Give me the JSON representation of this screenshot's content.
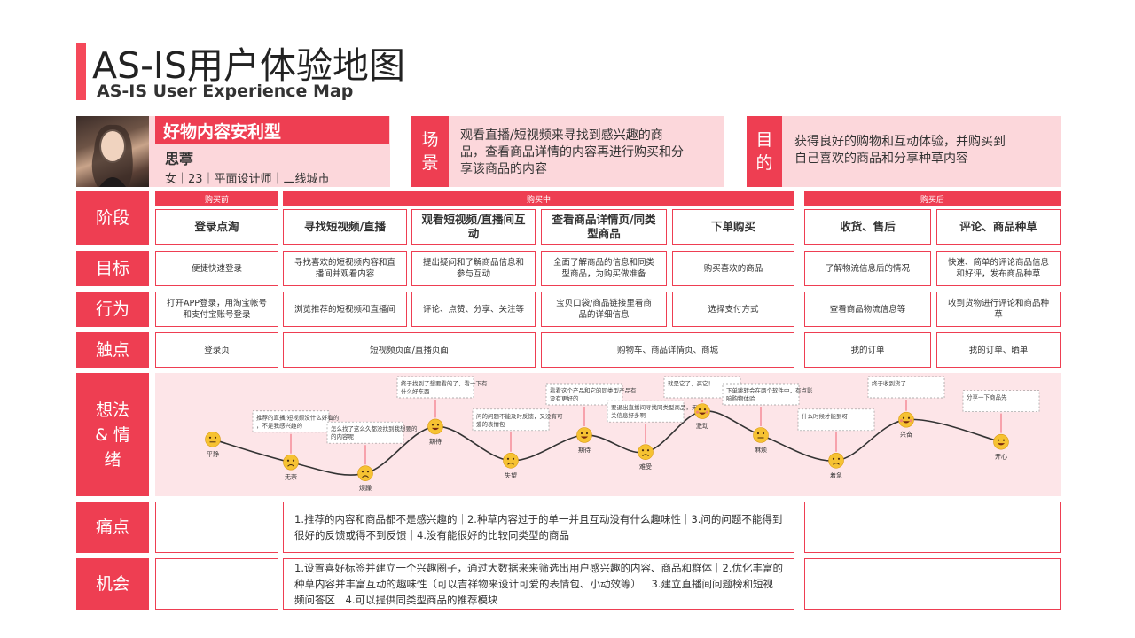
{
  "title": {
    "zh": "AS-IS用户体验地图",
    "en": "AS-IS User Experience Map"
  },
  "persona": {
    "tag": "好物内容安利型",
    "name": "思葶",
    "info": "女｜23｜平面设计师｜二线城市"
  },
  "scene": {
    "label_1": "场",
    "label_2": "景",
    "text": "观看直播/短视频来寻找到感兴趣的商品，查看商品详情的内容再进行购买和分享该商品的内容"
  },
  "goal_card": {
    "label_1": "目",
    "label_2": "的",
    "text": "获得良好的购物和互动体验，并购买到自己喜欢的商品和分享种草内容"
  },
  "row_labels": {
    "stage": "阶段",
    "goal": "目标",
    "action": "行为",
    "touch": "触点",
    "thought": "想法 & 情绪",
    "pain": "痛点",
    "chance": "机会"
  },
  "phases": [
    "购买前",
    "购买中",
    "购买后"
  ],
  "stages": [
    "登录点淘",
    "寻找短视频/直播",
    "观看短视频/直播间互动",
    "查看商品详情页/同类型商品",
    "下单购买",
    "收货、售后",
    "评论、商品种草"
  ],
  "goals": [
    "便捷快速登录",
    "寻找喜欢的短视频内容和直播间并观看内容",
    "提出疑问和了解商品信息和参与互动",
    "全面了解商品的信息和同类型商品，为购买做准备",
    "购买喜欢的商品",
    "了解物流信息后的情况",
    "快速、简单的评论商品信息和好评，发布商品种草"
  ],
  "actions": [
    "打开APP登录，用淘宝帐号和支付宝账号登录",
    "浏览推荐的短视频和直播间",
    "评论、点赞、分享、关注等",
    "宝贝口袋/商品链接里看商品的详细信息",
    "选择支付方式",
    "查看商品物流信息等",
    "收到货物进行评论和商品种草"
  ],
  "touchpoints": [
    "登录页",
    "短视频页面/直播页面",
    "购物车、商品详情页、商城",
    "我的订单",
    "我的订单、晒单"
  ],
  "emotions": [
    {
      "label": "平静",
      "face": "neutral",
      "level": 0.45
    },
    {
      "label": "无奈",
      "face": "sad",
      "level": 0.18,
      "note": "推荐的直播/短视频没什么好看的，不是我感兴趣的"
    },
    {
      "label": "烦躁",
      "face": "upset",
      "level": 0.05,
      "note": "怎么找了这么久都没找到我想要的的内容呢"
    },
    {
      "label": "期待",
      "face": "happy",
      "level": 0.6,
      "note": "终于找到了想要看的了，看一下有什么好东西"
    },
    {
      "label": "失望",
      "face": "sad",
      "level": 0.2,
      "note": "问的问题不能及时反馈，又没有可爱的表情包"
    },
    {
      "label": "期待",
      "face": "happy",
      "level": 0.5,
      "note": "看看这个产品和它的同类型产品有没有更好的"
    },
    {
      "label": "难受",
      "face": "sad",
      "level": 0.3,
      "note": "要退出直播间寻找同类型商品，无关信息好多啊"
    },
    {
      "label": "激动",
      "face": "excited",
      "level": 0.78,
      "note": "就是它了，买它！"
    },
    {
      "label": "麻烦",
      "face": "neutral",
      "level": 0.5,
      "note": "下单跳转会在两个软件中，有点影响购物体验"
    },
    {
      "label": "着急",
      "face": "upset",
      "level": 0.2,
      "note": "什么时候才能到呀！"
    },
    {
      "label": "兴奋",
      "face": "excited",
      "level": 0.68,
      "note": "终于收到货了"
    },
    {
      "label": "开心",
      "face": "happy",
      "level": 0.42,
      "note": "分享一下商品先"
    }
  ],
  "pain_points": "1.推荐的内容和商品都不是感兴趣的｜2.种草内容过于的单一并且互动没有什么趣味性｜3.问的问题不能得到很好的反馈或得不到反馈｜4.没有能很好的比较同类型的商品",
  "opportunities": "1.设置喜好标签并建立一个兴趣圈子，通过大数据来来筛选出用户感兴趣的内容、商品和群体｜2.优化丰富的种草内容并丰富互动的趣味性（可以吉祥物来设计可爱的表情包、小动效等）｜3.建立直播间问题榜和短视频问答区｜4.可以提供同类型商品的推荐模块",
  "colors": {
    "accent": "#ee3e52",
    "pink": "#fcd7db",
    "band": "#fde5e8",
    "emoji": "#f6c232"
  }
}
